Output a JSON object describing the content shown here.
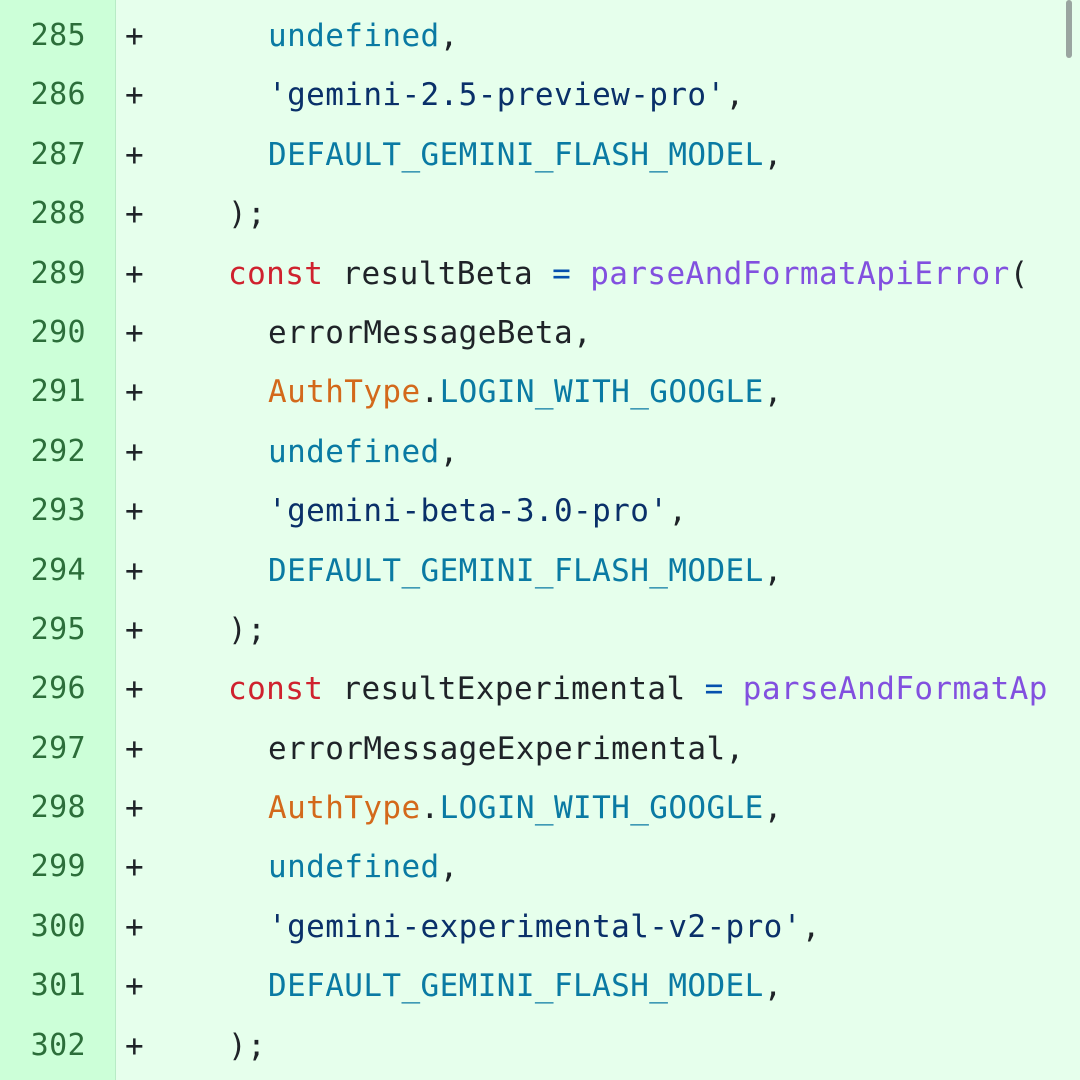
{
  "colors": {
    "line_background": "#e6ffec",
    "gutter_background": "#ccffd8",
    "line_number": "#2c6e3a",
    "keyword": "#cf222e",
    "function": "#8250df",
    "operator": "#0550ae",
    "string": "#0a3069",
    "constant": "#0a7aa3",
    "type": "#d3691b",
    "plain": "#1f2328"
  },
  "lines": [
    {
      "number": "285",
      "marker": "+",
      "tokens": {
        "value": "undefined",
        "comma": ","
      }
    },
    {
      "number": "286",
      "marker": "+",
      "tokens": {
        "value": "'gemini-2.5-preview-pro'",
        "comma": ","
      }
    },
    {
      "number": "287",
      "marker": "+",
      "tokens": {
        "value": "DEFAULT_GEMINI_FLASH_MODEL",
        "comma": ","
      }
    },
    {
      "number": "288",
      "marker": "+",
      "tokens": {
        "text": ");"
      }
    },
    {
      "number": "289",
      "marker": "+",
      "tokens": {
        "keyword": "const",
        "name": " resultBeta ",
        "op": "=",
        "func": " parseAndFormatApiError",
        "rest": "("
      }
    },
    {
      "number": "290",
      "marker": "+",
      "tokens": {
        "value": "errorMessageBeta",
        "comma": ","
      }
    },
    {
      "number": "291",
      "marker": "+",
      "tokens": {
        "type": "AuthType",
        "dot": ".",
        "member": "LOGIN_WITH_GOOGLE",
        "comma": ","
      }
    },
    {
      "number": "292",
      "marker": "+",
      "tokens": {
        "value": "undefined",
        "comma": ","
      }
    },
    {
      "number": "293",
      "marker": "+",
      "tokens": {
        "value": "'gemini-beta-3.0-pro'",
        "comma": ","
      }
    },
    {
      "number": "294",
      "marker": "+",
      "tokens": {
        "value": "DEFAULT_GEMINI_FLASH_MODEL",
        "comma": ","
      }
    },
    {
      "number": "295",
      "marker": "+",
      "tokens": {
        "text": ");"
      }
    },
    {
      "number": "296",
      "marker": "+",
      "tokens": {
        "keyword": "const",
        "name": " resultExperimental ",
        "op": "=",
        "func": " parseAndFormatAp"
      }
    },
    {
      "number": "297",
      "marker": "+",
      "tokens": {
        "value": "errorMessageExperimental",
        "comma": ","
      }
    },
    {
      "number": "298",
      "marker": "+",
      "tokens": {
        "type": "AuthType",
        "dot": ".",
        "member": "LOGIN_WITH_GOOGLE",
        "comma": ","
      }
    },
    {
      "number": "299",
      "marker": "+",
      "tokens": {
        "value": "undefined",
        "comma": ","
      }
    },
    {
      "number": "300",
      "marker": "+",
      "tokens": {
        "value": "'gemini-experimental-v2-pro'",
        "comma": ","
      }
    },
    {
      "number": "301",
      "marker": "+",
      "tokens": {
        "value": "DEFAULT_GEMINI_FLASH_MODEL",
        "comma": ","
      }
    },
    {
      "number": "302",
      "marker": "+",
      "tokens": {
        "text": ");"
      }
    }
  ]
}
